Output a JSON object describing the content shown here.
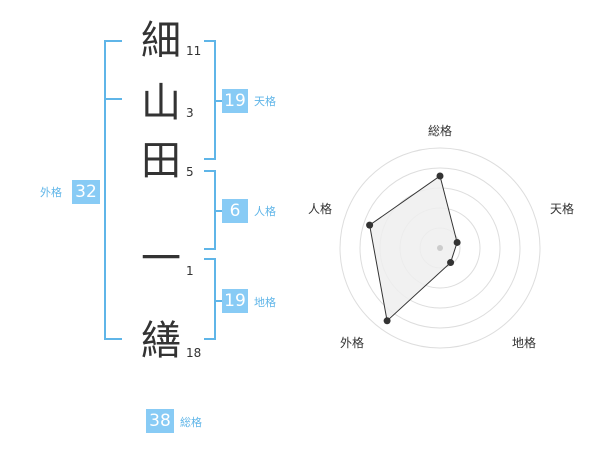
{
  "name_chars": [
    {
      "char": "細",
      "strokes": "11"
    },
    {
      "char": "山",
      "strokes": "3"
    },
    {
      "char": "田",
      "strokes": "5"
    },
    {
      "char": "一",
      "strokes": "1"
    },
    {
      "char": "繕",
      "strokes": "18"
    }
  ],
  "fortunes": {
    "tenkaku": {
      "value": "19",
      "label": "天格"
    },
    "jinkaku": {
      "value": "6",
      "label": "人格"
    },
    "chikaku": {
      "value": "19",
      "label": "地格"
    },
    "gaikaku": {
      "value": "32",
      "label": "外格"
    },
    "soukaku": {
      "value": "38",
      "label": "総格"
    }
  },
  "radar": {
    "axes": [
      "総格",
      "天格",
      "地格",
      "外格",
      "人格"
    ],
    "levels": 5,
    "values": [
      3.6,
      0.9,
      0.9,
      4.5,
      3.7
    ],
    "max": 5,
    "fill_color": "#eeeeee",
    "line_color": "#333333",
    "grid_color": "#dddddd"
  }
}
